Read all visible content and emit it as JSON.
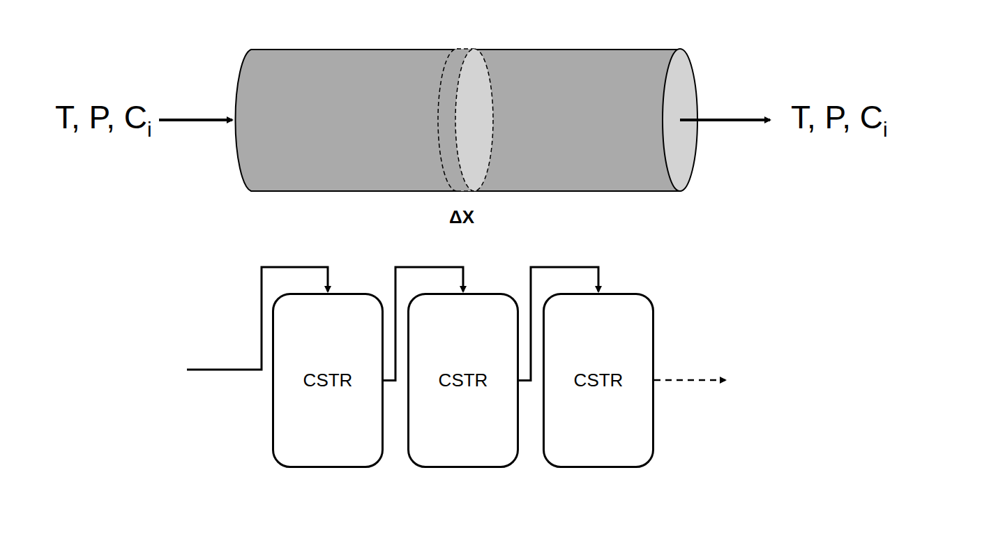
{
  "diagram": {
    "nodes": [
      {
        "text": [
          "CSTR"
        ]
      },
      {
        "text": [
          "CSTR"
        ]
      },
      {
        "text": [
          "CSTR"
        ]
      }
    ],
    "edges": [
      {
        "from": 0,
        "to": 1,
        "arrow": "to"
      },
      {
        "from": 1,
        "to": 2,
        "arrow": "to"
      }
    ],
    "labels": [
      "T, P, C",
      "i",
      "ΔX",
      "T, P, C",
      "i"
    ]
  }
}
